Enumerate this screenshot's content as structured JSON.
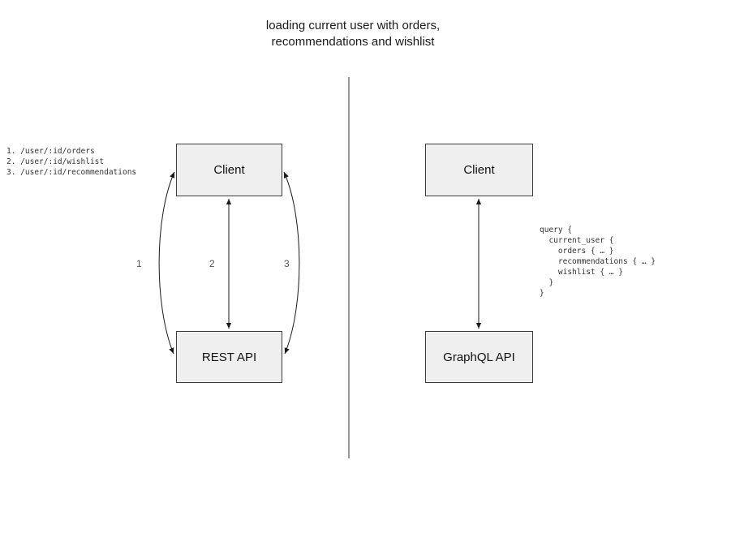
{
  "title": {
    "line1": "loading current user with orders,",
    "line2": "recommendations and wishlist"
  },
  "left": {
    "endpoints": "1. /user/:id/orders\n2. /user/:id/wishlist\n3. /user/:id/recommendations",
    "client": "Client",
    "api": "REST API",
    "arrow_labels": {
      "one": "1",
      "two": "2",
      "three": "3"
    }
  },
  "right": {
    "client": "Client",
    "api": "GraphQL API",
    "query": "query {\n  current_user {\n    orders { … }\n    recommendations { … }\n    wishlist { … }\n  }\n}"
  },
  "colors": {
    "box_fill": "#efefef",
    "box_border": "#3c3c3c",
    "line": "#1a1a1a",
    "text": "#333333"
  }
}
